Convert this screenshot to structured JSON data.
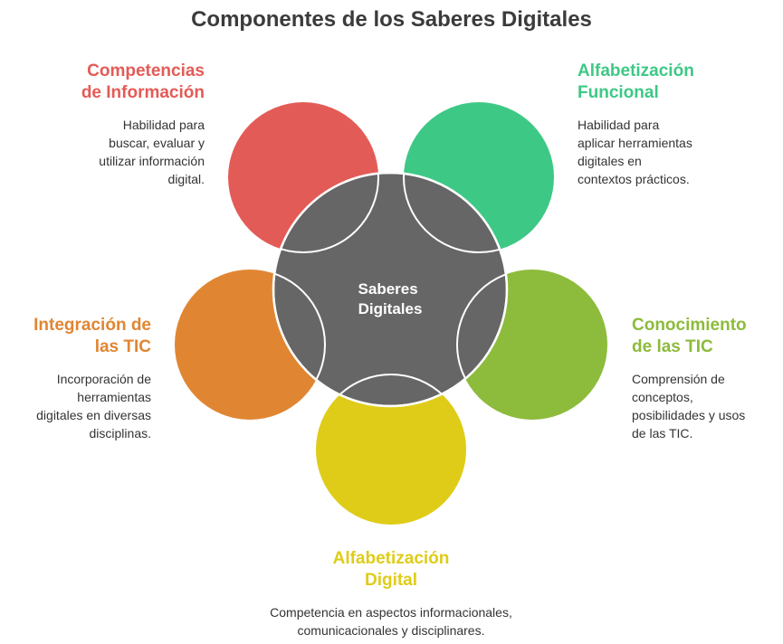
{
  "title": "Componentes de los Saberes Digitales",
  "center": {
    "label": "Saberes\nDigitales",
    "color": "#666666"
  },
  "components": {
    "competencias": {
      "heading": "Competencias\nde Información",
      "description": "Habilidad para\nbuscar, evaluar y\nutilizar información\ndigital.",
      "color": "#e35b57"
    },
    "funcional": {
      "heading": "Alfabetización\nFuncional",
      "description": "Habilidad para\naplicar herramientas\ndigitales en\ncontextos prácticos.",
      "color": "#3ec886"
    },
    "conocimiento": {
      "heading": "Conocimiento\nde las TIC",
      "description": "Comprensión de\nconceptos,\nposibilidades y usos\nde las TIC.",
      "color": "#8dbb3c"
    },
    "digital": {
      "heading": "Alfabetización\nDigital",
      "description": "Competencia en aspectos informacionales,\ncomunicacionales y disciplinares.",
      "color": "#dfcc18"
    },
    "integracion": {
      "heading": "Integración de\nlas TIC",
      "description": "Incorporación de\nherramientas\ndigitales en diversas\ndisciplinas.",
      "color": "#e08633"
    }
  }
}
